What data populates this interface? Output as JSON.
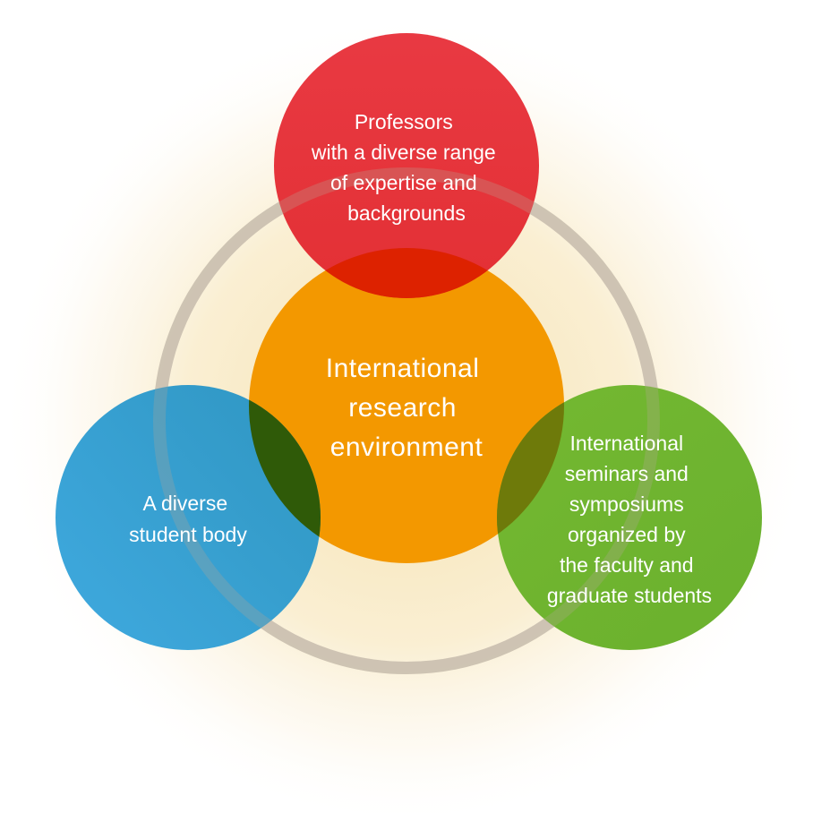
{
  "diagram": {
    "center": {
      "lines": [
        "International",
        "research",
        "environment"
      ],
      "color": "#F39800"
    },
    "top": {
      "lines": [
        "Professors",
        "with a diverse range",
        "of expertise and",
        "backgrounds"
      ],
      "color": "#E60012"
    },
    "left": {
      "lines": [
        "A diverse",
        "student body"
      ],
      "color": "#0086C6"
    },
    "right": {
      "lines": [
        "International",
        "seminars and",
        "symposiums",
        "organized by",
        "the faculty and",
        "graduate students"
      ],
      "color": "#5AAE1B"
    },
    "ring_color": "#C8BFB0",
    "glow_color": "#F7E7BE"
  }
}
